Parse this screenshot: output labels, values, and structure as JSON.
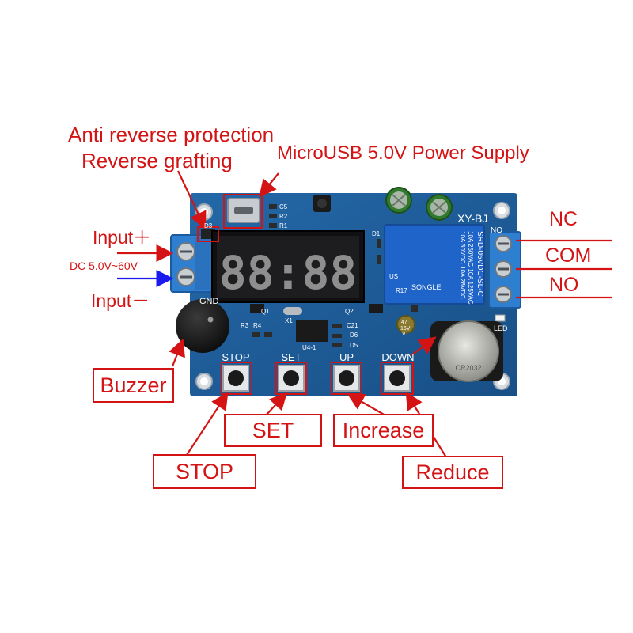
{
  "callouts": {
    "anti_reverse": "Anti reverse protection",
    "reverse_grafting": "Reverse grafting",
    "microusb": "MicroUSB 5.0V Power Supply",
    "input_plus": "Input＋",
    "dc_range": "DC 5.0V~60V",
    "input_minus": "Input－",
    "nc": "NC",
    "com": "COM",
    "no": "NO",
    "buzzer": "Buzzer",
    "set": "SET",
    "increase": "Increase",
    "stop": "STOP",
    "reduce": "Reduce"
  },
  "board": {
    "model": "XY-BJ",
    "display_digits": "88:88",
    "silk_gnd": "GND",
    "silk_no": "NO",
    "silk_led": "LED",
    "silk_parts": [
      "D3",
      "C5",
      "R2",
      "R1",
      "D1",
      "Q1",
      "X1",
      "Q2",
      "R3",
      "R4",
      "C21",
      "D6",
      "D5",
      "U4-1",
      "R17",
      "47",
      "16V",
      "V1"
    ],
    "buttons": [
      "STOP",
      "SET",
      "UP",
      "DOWN"
    ],
    "relay": {
      "brand": "SONGLE",
      "rating_lines": [
        "SRD-05VDC-SL-C",
        "10A 250VAC  10A 125VAC",
        "10A 30VDC  10A 28VDC"
      ],
      "mark": "US"
    },
    "battery_mark": "CR2032"
  },
  "colors": {
    "annotation": "#d41414",
    "pcb": "#1c5e9a",
    "terminal": "#2f7fd0",
    "arrow_blue": "#1a1aee"
  }
}
